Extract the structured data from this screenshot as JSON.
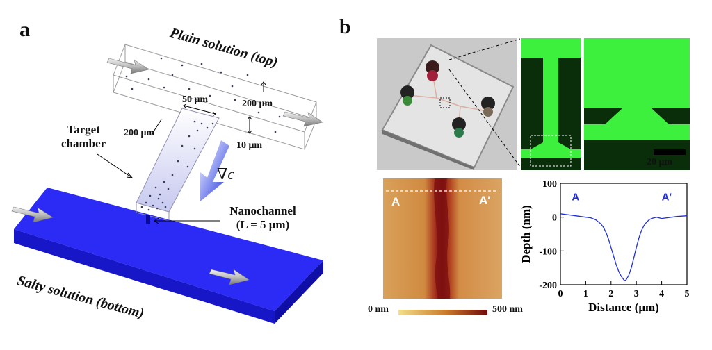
{
  "panels": {
    "a": "a",
    "b": "b"
  },
  "schematic": {
    "plain_solution": "Plain solution (top)",
    "salty_solution": "Salty solution (bottom)",
    "target_chamber_line1": "Target",
    "target_chamber_line2": "chamber",
    "nanochannel_line1": "Nanochannel",
    "nanochannel_line2": "(L = 5 μm)",
    "gradient": "∇c",
    "dim_width": "50 μm",
    "dim_length": "200 μm",
    "dim_height": "10 μm",
    "dim_top_channel": "200 μm"
  },
  "fluorescence": {
    "scale_bar": "20 μm"
  },
  "afm": {
    "label_A": "A",
    "label_A_prime": "A′",
    "colorbar_min": "0 nm",
    "colorbar_max": "500 nm",
    "colors": {
      "low": "#f2df8a",
      "mid": "#c8772a",
      "high": "#6e0a0a"
    }
  },
  "chart_data": {
    "type": "line",
    "xlabel": "Distance (μm)",
    "ylabel": "Depth (nm)",
    "xlim": [
      0,
      5
    ],
    "ylim": [
      -200,
      100
    ],
    "xticks": [
      "0",
      "1",
      "2",
      "3",
      "4",
      "5"
    ],
    "yticks": [
      "100",
      "0",
      "-100",
      "-200"
    ],
    "annotations": [
      "A",
      "A′"
    ],
    "series": [
      {
        "color": "#1f2fd8",
        "x": [
          0,
          0.2,
          0.4,
          0.6,
          0.8,
          1.0,
          1.2,
          1.4,
          1.6,
          1.7,
          1.8,
          1.9,
          2.0,
          2.1,
          2.2,
          2.3,
          2.4,
          2.5,
          2.55,
          2.6,
          2.7,
          2.8,
          2.9,
          3.0,
          3.1,
          3.2,
          3.3,
          3.4,
          3.5,
          3.6,
          3.7,
          3.8,
          4.0,
          4.2,
          4.4,
          4.6,
          4.8,
          5.0
        ],
        "y": [
          10,
          8,
          6,
          4,
          2,
          0,
          -2,
          -8,
          -20,
          -30,
          -45,
          -65,
          -90,
          -115,
          -140,
          -160,
          -175,
          -185,
          -188,
          -185,
          -172,
          -150,
          -120,
          -90,
          -62,
          -40,
          -25,
          -15,
          -8,
          -4,
          -2,
          0,
          -4,
          -2,
          0,
          2,
          3,
          4
        ]
      }
    ]
  }
}
